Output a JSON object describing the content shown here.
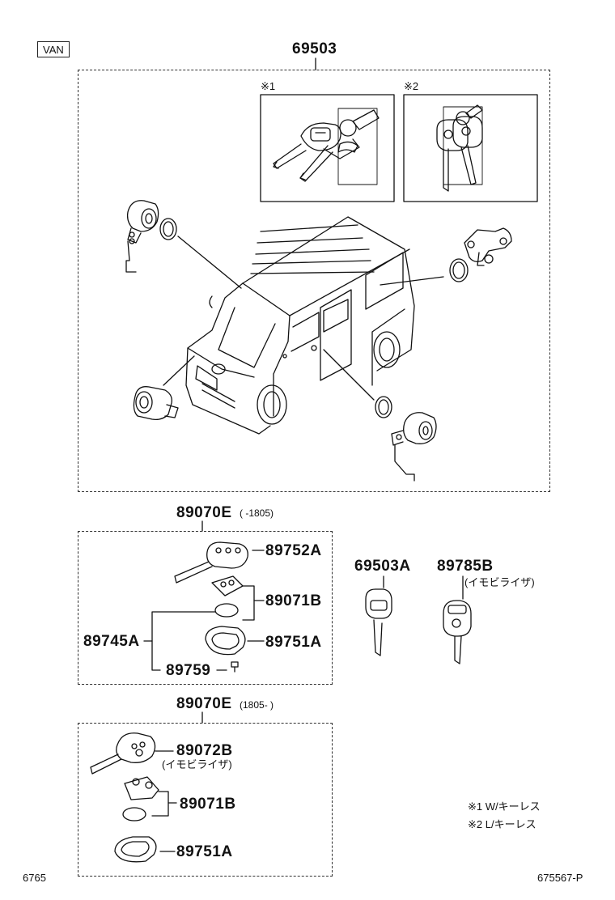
{
  "variant_tag": "VAN",
  "main_assembly": {
    "part_no": "69503",
    "note1_mark": "※1",
    "note2_mark": "※2"
  },
  "remote_set_early": {
    "part_no": "89070E",
    "date_range": "(    -1805)",
    "parts": [
      {
        "part_no": "89752A"
      },
      {
        "part_no": "89071B"
      },
      {
        "part_no": "89745A"
      },
      {
        "part_no": "89751A"
      },
      {
        "part_no": "89759"
      }
    ]
  },
  "remote_set_late": {
    "part_no": "89070E",
    "date_range": "(1805-    )",
    "parts": [
      {
        "part_no": "89072B",
        "note": "(イモビライザ)"
      },
      {
        "part_no": "89071B"
      },
      {
        "part_no": "89751A"
      }
    ]
  },
  "loose_keys": [
    {
      "part_no": "69503A"
    },
    {
      "part_no": "89785B",
      "note": "(イモビライザ)"
    }
  ],
  "legend": [
    {
      "mark": "※1",
      "text": "W/キーレス"
    },
    {
      "mark": "※2",
      "text": "L/キーレス"
    }
  ],
  "footer": {
    "left_code": "6765",
    "right_code": "675567-P"
  }
}
